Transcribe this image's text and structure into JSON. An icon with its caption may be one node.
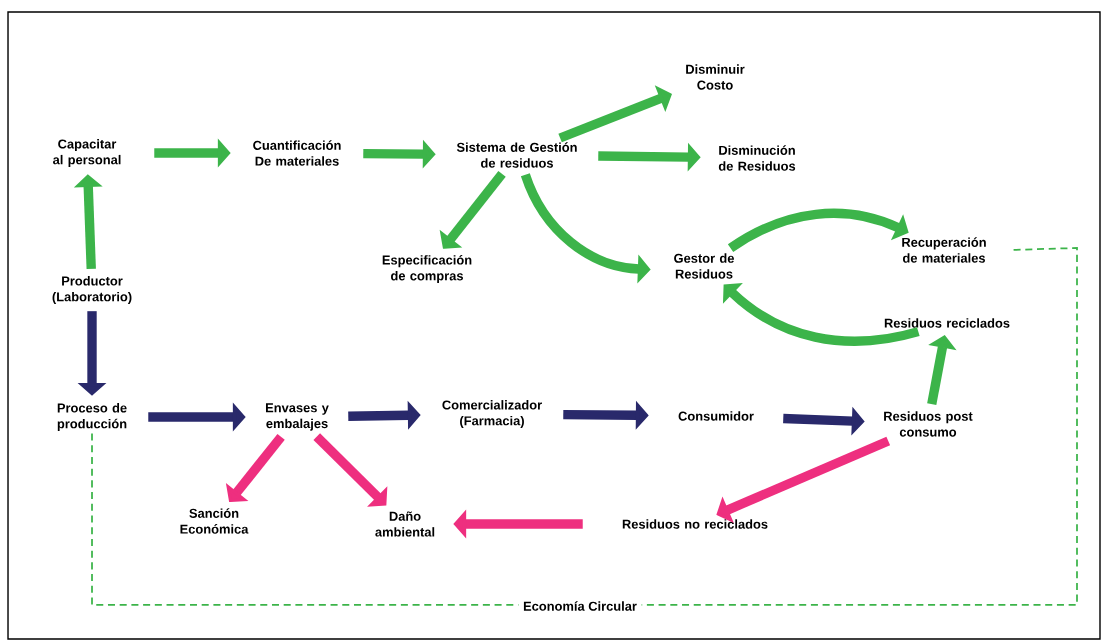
{
  "diagram": {
    "nodes": [
      {
        "text": [
          "Capacitar al personal"
        ]
      },
      {
        "text": [
          "Cuantificación De materiales"
        ]
      },
      {
        "text": [
          "Sistema de Gestión de residuos"
        ]
      },
      {
        "text": [
          "Disminuir Costo"
        ]
      },
      {
        "text": [
          "Disminución de Residuos"
        ]
      },
      {
        "text": [
          "Especificación de compras"
        ]
      },
      {
        "text": [
          "Gestor de Residuos"
        ]
      },
      {
        "text": [
          "Recuperación de materiales"
        ]
      },
      {
        "text": [
          "Productor (Laboratorio)"
        ]
      },
      {
        "text": [
          "Residuos reciclados"
        ]
      },
      {
        "text": [
          "Proceso de producción"
        ]
      },
      {
        "text": [
          "Envases y embalajes"
        ]
      },
      {
        "text": [
          "Comercializador (Farmacia)"
        ]
      },
      {
        "text": [
          "Consumidor"
        ]
      },
      {
        "text": [
          "Residuos post consumo"
        ]
      },
      {
        "text": [
          "Sanción Económica"
        ]
      },
      {
        "text": [
          "Daño ambiental"
        ]
      },
      {
        "text": [
          "Residuos no reciclados"
        ]
      }
    ],
    "edges": [
      {
        "from": 8,
        "to": 0,
        "arrow": "to"
      },
      {
        "from": 0,
        "to": 1,
        "arrow": "to"
      },
      {
        "from": 1,
        "to": 2,
        "arrow": "to"
      },
      {
        "from": 2,
        "to": 3,
        "arrow": "to"
      },
      {
        "from": 2,
        "to": 4,
        "arrow": "to"
      },
      {
        "from": 2,
        "to": 5,
        "arrow": "to"
      },
      {
        "from": 2,
        "to": 6,
        "arrow": "to"
      },
      {
        "from": 6,
        "to": 7,
        "arrow": "to"
      },
      {
        "from": 9,
        "to": 6,
        "arrow": "to"
      },
      {
        "from": 8,
        "to": 10,
        "arrow": "to",
        "color": "#29296b"
      },
      {
        "from": 10,
        "to": 11,
        "arrow": "to",
        "color": "#29296b"
      },
      {
        "from": 11,
        "to": 12,
        "arrow": "to",
        "color": "#29296b"
      },
      {
        "from": 12,
        "to": 13,
        "arrow": "to",
        "color": "#29296b"
      },
      {
        "from": 13,
        "to": 14,
        "arrow": "to",
        "color": "#29296b"
      },
      {
        "from": 14,
        "to": 9,
        "arrow": "to"
      },
      {
        "from": 11,
        "to": 15,
        "arrow": "to",
        "color": "#ee2f7f"
      },
      {
        "from": 11,
        "to": 16,
        "arrow": "to",
        "color": "#ee2f7f"
      },
      {
        "from": 14,
        "to": 17,
        "arrow": "to",
        "color": "#ee2f7f"
      },
      {
        "from": 17,
        "to": 16,
        "arrow": "to",
        "color": "#ee2f7f"
      },
      {
        "from": 10,
        "to": 7,
        "arrow": "none",
        "style": "dashed",
        "label": "Economía Circular"
      }
    ]
  }
}
